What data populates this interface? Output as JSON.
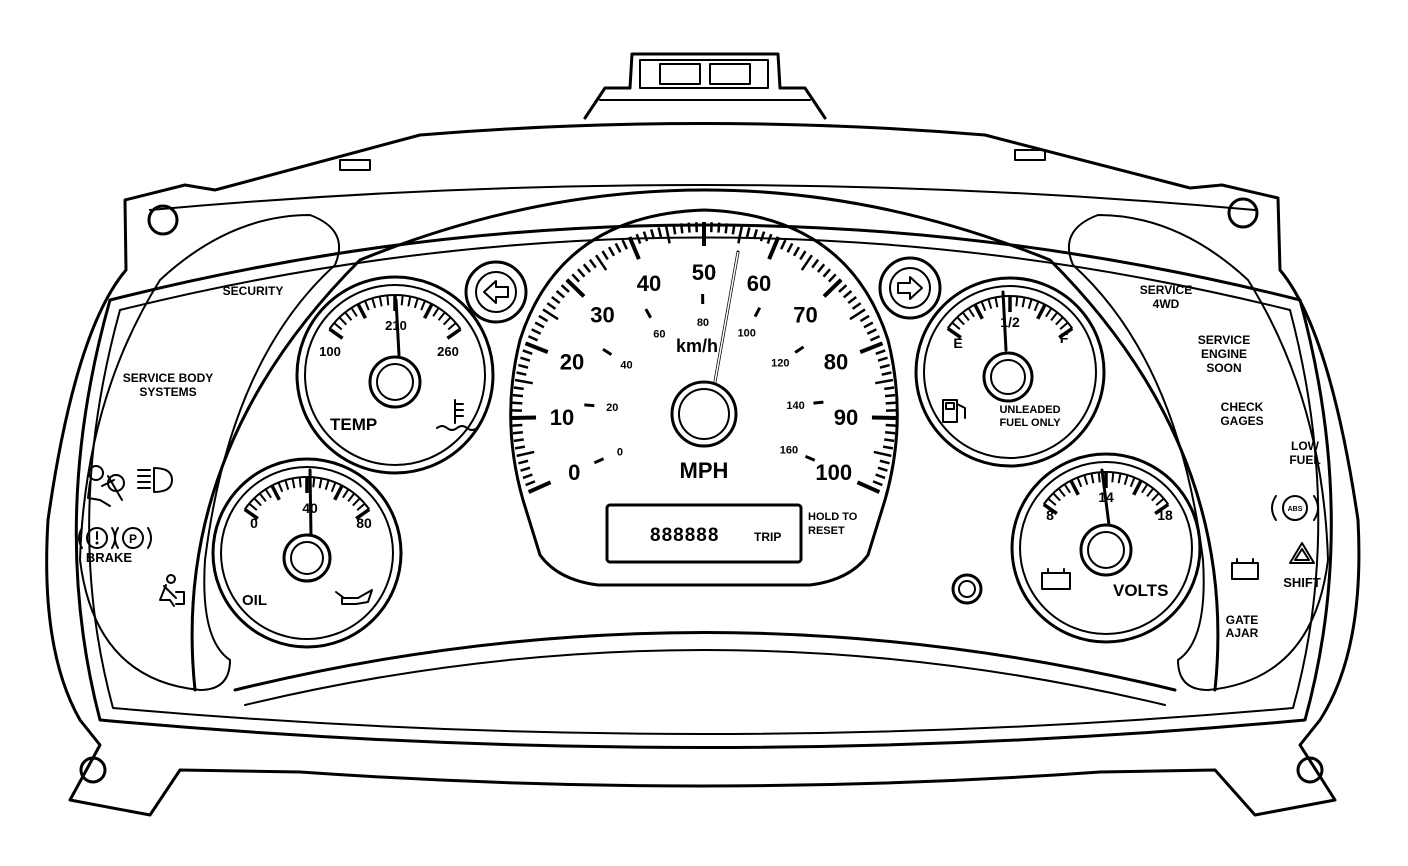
{
  "speedometer": {
    "unit": "MPH",
    "inner_unit": "km/h",
    "mph_scale": [
      "0",
      "10",
      "20",
      "30",
      "40",
      "50",
      "60",
      "70",
      "80",
      "90",
      "100"
    ],
    "kmh_scale": [
      "0",
      "20",
      "40",
      "60",
      "80",
      "100",
      "120",
      "140",
      "160"
    ]
  },
  "odometer": {
    "value": "888888",
    "mode": "TRIP",
    "reset_hint": [
      "HOLD TO",
      "RESET"
    ]
  },
  "gauges": {
    "temp": {
      "name": "TEMP",
      "min": "100",
      "mid": "210",
      "max": "260"
    },
    "oil": {
      "name": "OIL",
      "min": "0",
      "mid": "40",
      "max": "80"
    },
    "fuel": {
      "min": "E",
      "mid": "1/2",
      "max": "F",
      "note": [
        "UNLEADED",
        "FUEL ONLY"
      ]
    },
    "volts": {
      "name": "VOLTS",
      "min": "8",
      "mid": "14",
      "max": "18"
    }
  },
  "telltales": {
    "left": {
      "security": "SECURITY",
      "service_body": [
        "SERVICE BODY",
        "SYSTEMS"
      ],
      "brake": "BRAKE",
      "park_letter": "P"
    },
    "right": {
      "service_4wd": [
        "SERVICE",
        "4WD"
      ],
      "service_engine": [
        "SERVICE",
        "ENGINE",
        "SOON"
      ],
      "check_gages": [
        "CHECK",
        "GAGES"
      ],
      "low_fuel": [
        "LOW",
        "FUEL"
      ],
      "abs": "ABS",
      "shift": "SHIFT",
      "gate_ajar": [
        "GATE",
        "AJAR"
      ]
    }
  }
}
